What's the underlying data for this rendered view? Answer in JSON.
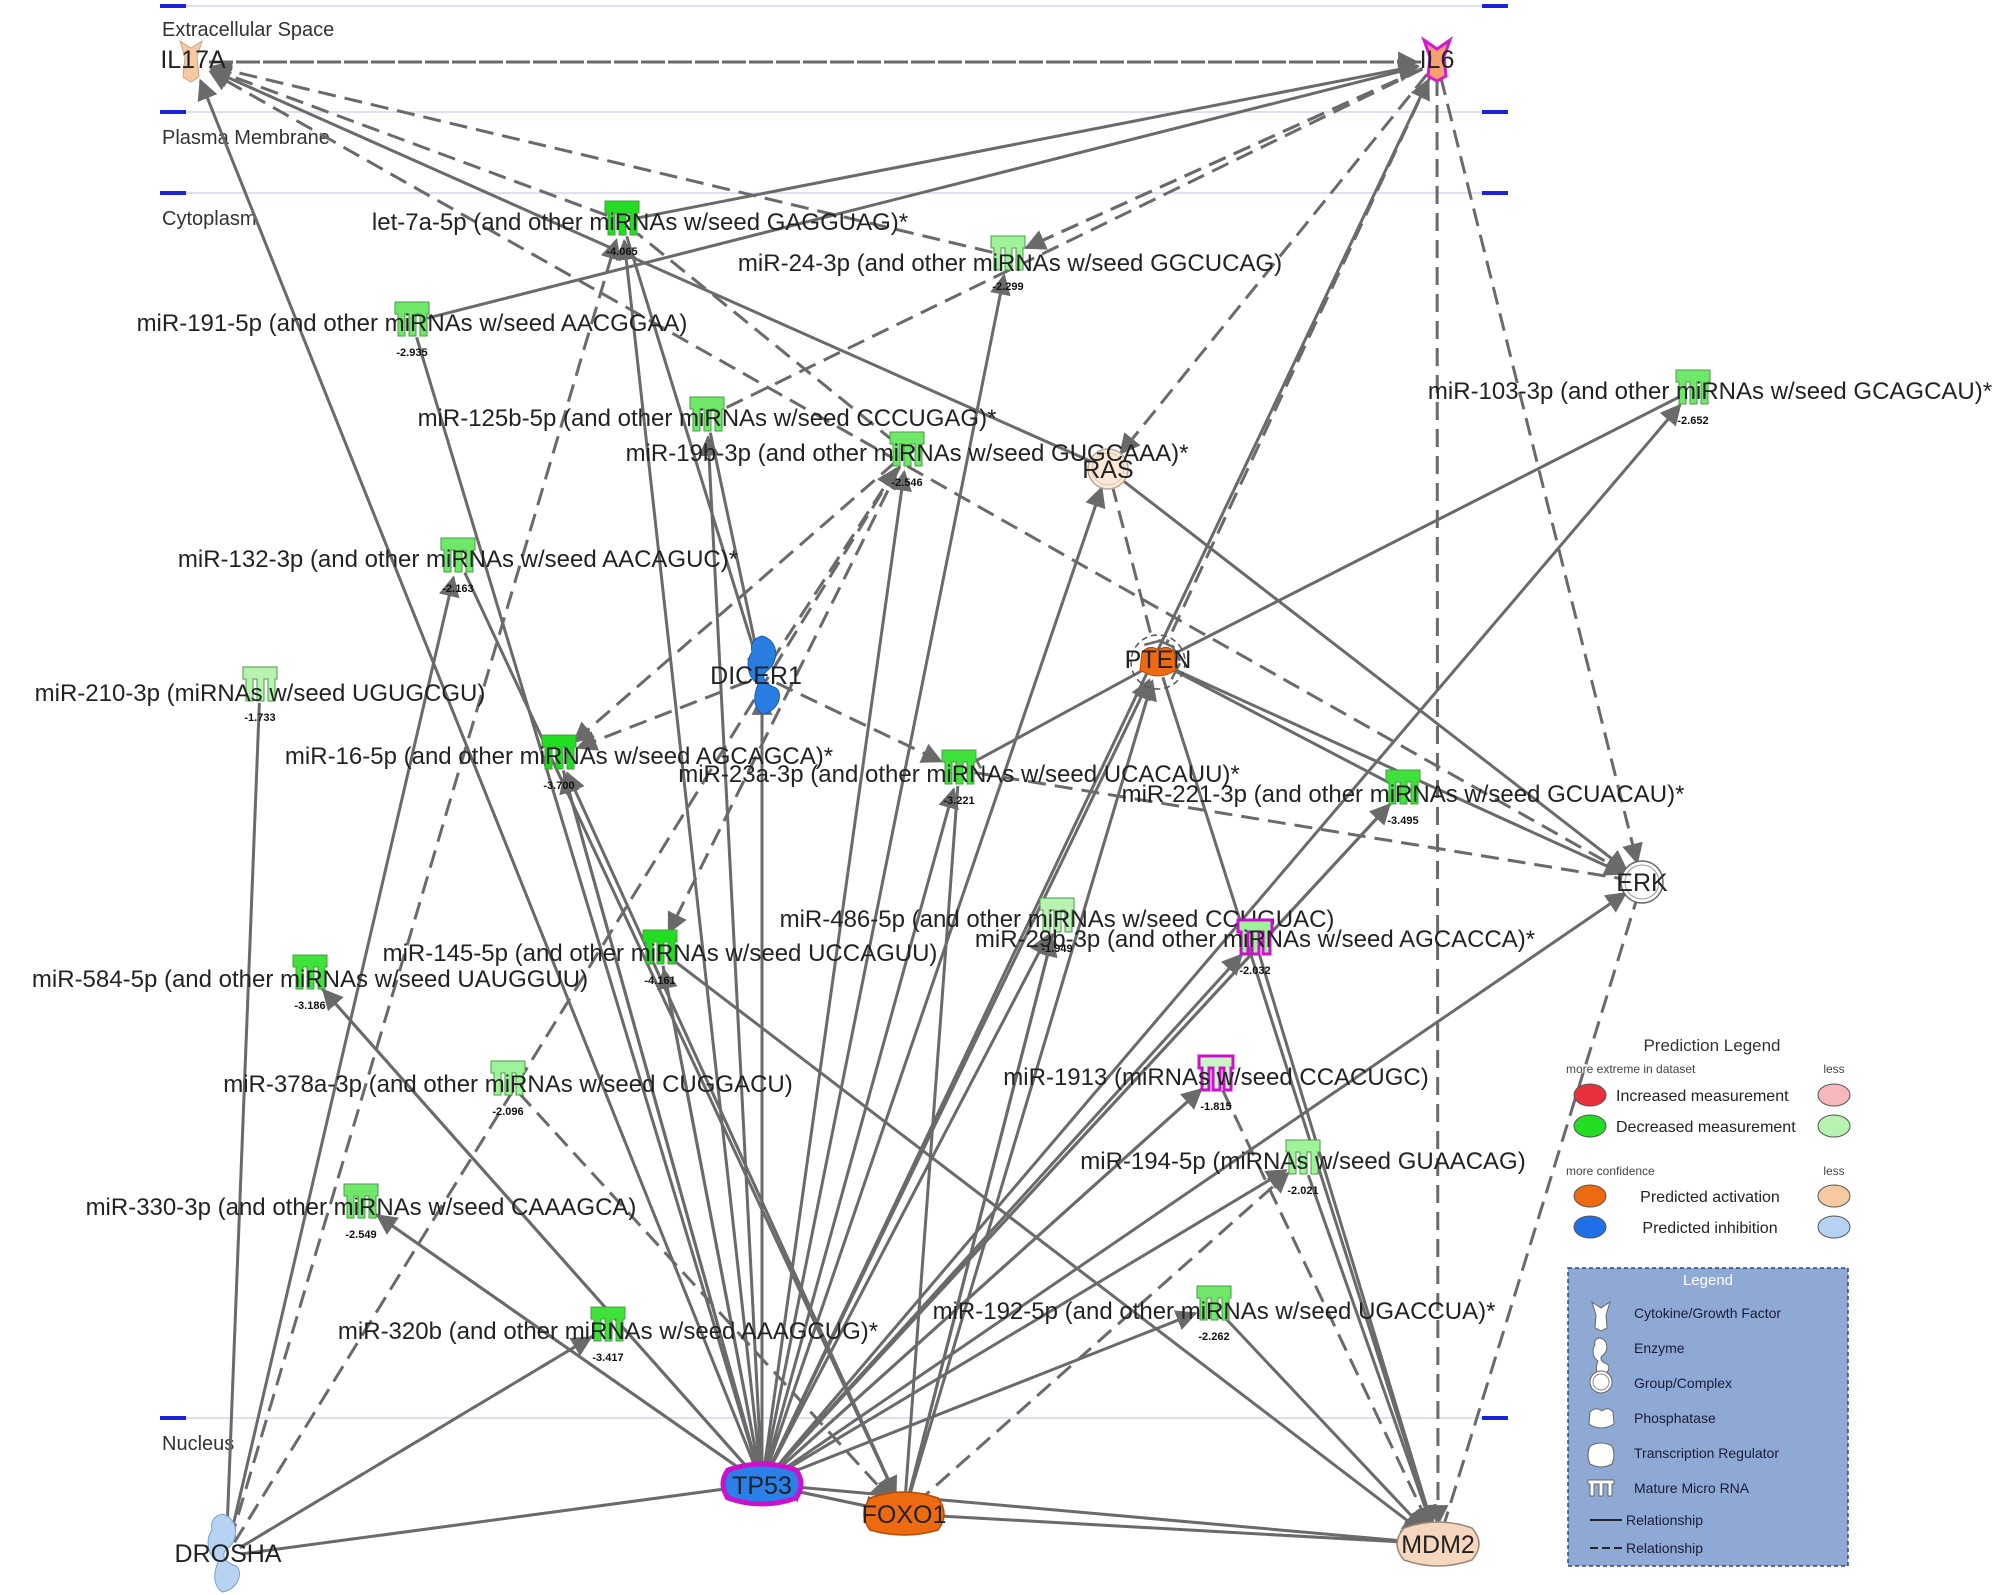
{
  "compartments": [
    "Extracellular Space",
    "Plasma Membrane",
    "Cytoplasm",
    "Nucleus"
  ],
  "genes": {
    "IL17A": "IL17A",
    "IL6": "IL6",
    "RAS": "RAS",
    "DICER1": "DICER1",
    "PTEN": "PTEN",
    "ERK": "ERK",
    "TP53": "TP53",
    "FOXO1": "FOXO1",
    "MDM2": "MDM2",
    "DROSHA": "DROSHA"
  },
  "mirnas": [
    {
      "id": "let7a",
      "label": "let-7a-5p (and other miRNAs w/seed GAGGUAG)*",
      "fc": "-4.065"
    },
    {
      "id": "mir24",
      "label": "miR-24-3p (and other miRNAs w/seed GGCUCAG)",
      "fc": "-2.299"
    },
    {
      "id": "mir191",
      "label": "miR-191-5p (and other miRNAs w/seed AACGGAA)",
      "fc": "-2.935"
    },
    {
      "id": "mir103",
      "label": "miR-103-3p (and other miRNAs w/seed GCAGCAU)*",
      "fc": "-2.652"
    },
    {
      "id": "mir125b",
      "label": "miR-125b-5p (and other miRNAs w/seed CCCUGAG)*",
      "fc": ""
    },
    {
      "id": "mir19b",
      "label": "miR-19b-3p (and other miRNAs w/seed GUGCAAA)*",
      "fc": "-2.546"
    },
    {
      "id": "mir132",
      "label": "miR-132-3p (and other miRNAs w/seed AACAGUC)*",
      "fc": "-2.163"
    },
    {
      "id": "mir210",
      "label": "miR-210-3p (miRNAs w/seed UGUGCGU)",
      "fc": "-1.733"
    },
    {
      "id": "mir16",
      "label": "miR-16-5p (and other miRNAs w/seed AGCAGCA)*",
      "fc": "-3.700"
    },
    {
      "id": "mir23a",
      "label": "miR-23a-3p (and other miRNAs w/seed UCACAUU)*",
      "fc": "-3.221"
    },
    {
      "id": "mir221",
      "label": "miR-221-3p (and other miRNAs w/seed GCUACAU)*",
      "fc": "-3.495"
    },
    {
      "id": "mir486",
      "label": "miR-486-5p (and other miRNAs w/seed CCUGUAC)",
      "fc": "-1.949"
    },
    {
      "id": "mir29b",
      "label": "miR-29b-3p (and other miRNAs w/seed AGCACCA)*",
      "fc": "-2.032"
    },
    {
      "id": "mir145",
      "label": "miR-145-5p (and other miRNAs w/seed UCCAGUU)",
      "fc": "-4.161"
    },
    {
      "id": "mir584",
      "label": "miR-584-5p (and other miRNAs w/seed UAUGGUU)",
      "fc": "-3.186"
    },
    {
      "id": "mir1913",
      "label": "miR-1913 (miRNAs w/seed CCACUGC)",
      "fc": "-1.815"
    },
    {
      "id": "mir378a",
      "label": "miR-378a-3p (and other miRNAs w/seed CUGGACU)",
      "fc": "-2.096"
    },
    {
      "id": "mir194",
      "label": "miR-194-5p (miRNAs w/seed GUAACAG)",
      "fc": "-2.021"
    },
    {
      "id": "mir330",
      "label": "miR-330-3p (and other miRNAs w/seed CAAAGCA)",
      "fc": "-2.549"
    },
    {
      "id": "mir320b",
      "label": "miR-320b (and other miRNAs w/seed AAAGCUG)*",
      "fc": "-3.417"
    },
    {
      "id": "mir192",
      "label": "miR-192-5p (and other miRNAs w/seed UGACCUA)*",
      "fc": "-2.262"
    }
  ],
  "prediction_legend": {
    "title": "Prediction Legend",
    "more_extreme": "more extreme in dataset",
    "less": "less",
    "increased": "Increased measurement",
    "decreased": "Decreased measurement",
    "more_confidence": "more confidence",
    "activation": "Predicted activation",
    "inhibition": "Predicted inhibition",
    "colors": {
      "increased": "#e8303a",
      "increased_less": "#f7b8bc",
      "decreased": "#22dd22",
      "decreased_less": "#b7f2b0",
      "activation": "#ee6a10",
      "activation_less": "#f6c9a3",
      "inhibition": "#1e6fe8",
      "inhibition_less": "#b7d3f3"
    }
  },
  "shape_legend": {
    "title": "Legend",
    "items": [
      "Cytokine/Growth Factor",
      "Enzyme",
      "Group/Complex",
      "Phosphatase",
      "Transcription Regulator",
      "Mature Micro RNA",
      "Relationship",
      "Relationship"
    ]
  }
}
